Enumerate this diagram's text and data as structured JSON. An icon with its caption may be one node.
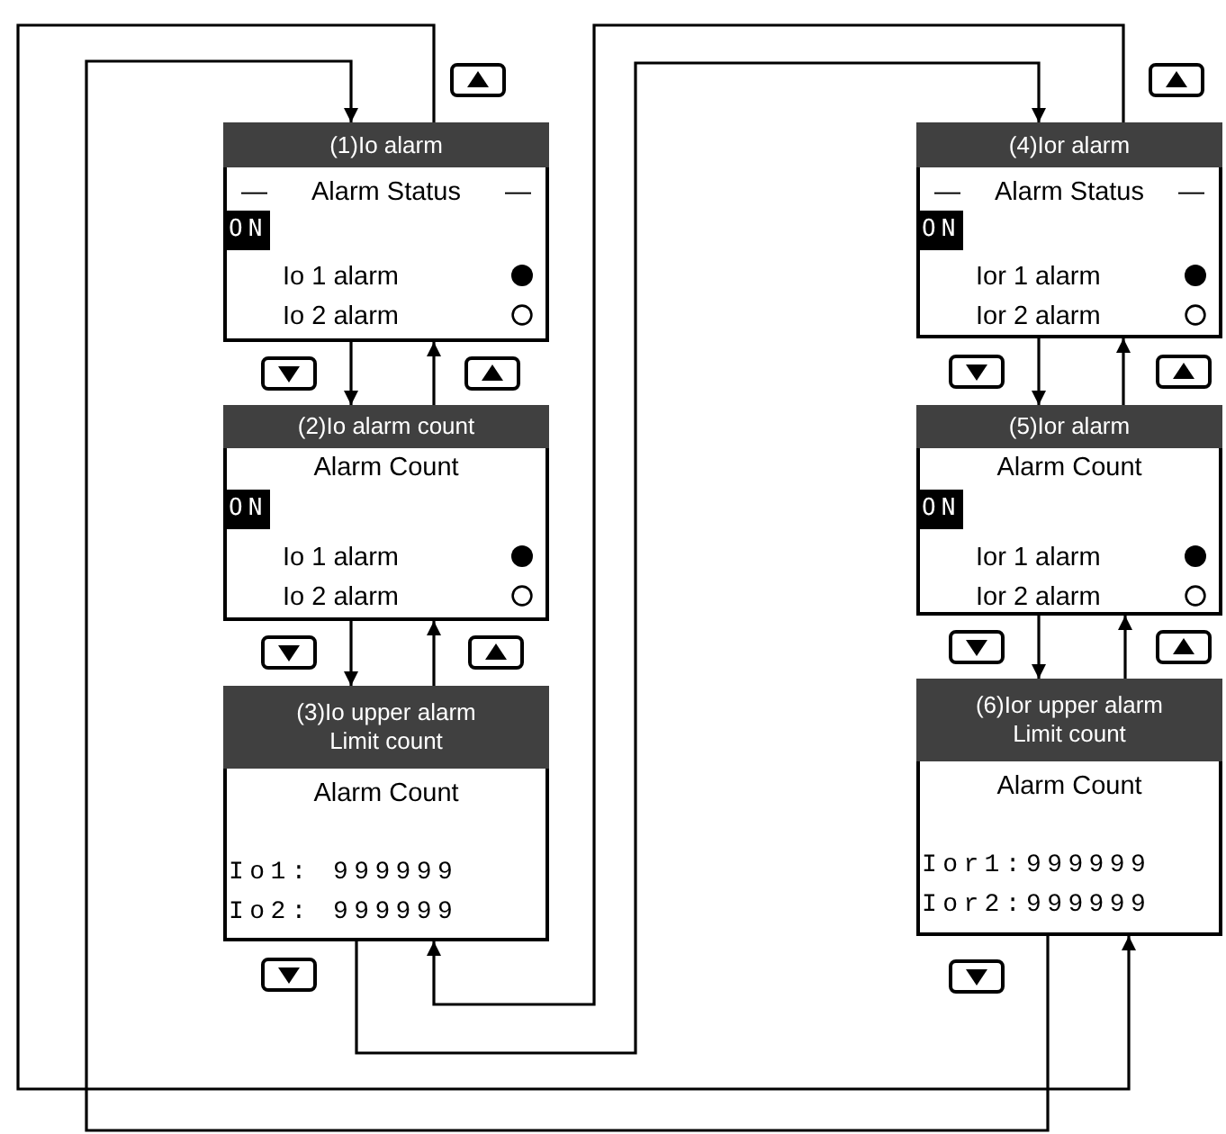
{
  "diagram": {
    "nodes": [
      {
        "text": [
          "(1)Io alarm",
          "—",
          "Alarm Status",
          "—",
          "ON",
          "Io 1 alarm",
          "Io 2 alarm"
        ]
      },
      {
        "text": [
          "(2)Io alarm count",
          "Alarm Count",
          "ON",
          "Io 1 alarm",
          "Io 2 alarm"
        ]
      },
      {
        "text": [
          "(3)Io upper alarm Limit count",
          "Alarm Count",
          "Io1: 999999",
          "Io2: 999999"
        ]
      },
      {
        "text": [
          "(4)Ior alarm",
          "—",
          "Alarm Status",
          "—",
          "ON",
          "Ior 1 alarm",
          "Ior 2 alarm"
        ]
      },
      {
        "text": [
          "(5)Ior alarm",
          "Alarm Count",
          "ON",
          "Ior 1 alarm",
          "Ior 2 alarm"
        ]
      },
      {
        "text": [
          "(6)Ior upper alarm Limit count",
          "Alarm Count",
          "Ior1:999999",
          "Ior2:999999"
        ]
      }
    ],
    "edges": [
      {
        "from": 0,
        "to": 1,
        "arrow": "to"
      },
      {
        "from": 1,
        "to": 0,
        "arrow": "to"
      },
      {
        "from": 1,
        "to": 2,
        "arrow": "to"
      },
      {
        "from": 2,
        "to": 1,
        "arrow": "to"
      },
      {
        "from": 3,
        "to": 4,
        "arrow": "to"
      },
      {
        "from": 4,
        "to": 3,
        "arrow": "to"
      },
      {
        "from": 4,
        "to": 5,
        "arrow": "to"
      },
      {
        "from": 5,
        "to": 4,
        "arrow": "to"
      },
      {
        "from": 0,
        "to": 5,
        "arrow": "to"
      },
      {
        "from": 5,
        "to": 0,
        "arrow": "to"
      },
      {
        "from": 2,
        "to": 3,
        "arrow": "to"
      },
      {
        "from": 3,
        "to": 2,
        "arrow": "to"
      }
    ]
  }
}
